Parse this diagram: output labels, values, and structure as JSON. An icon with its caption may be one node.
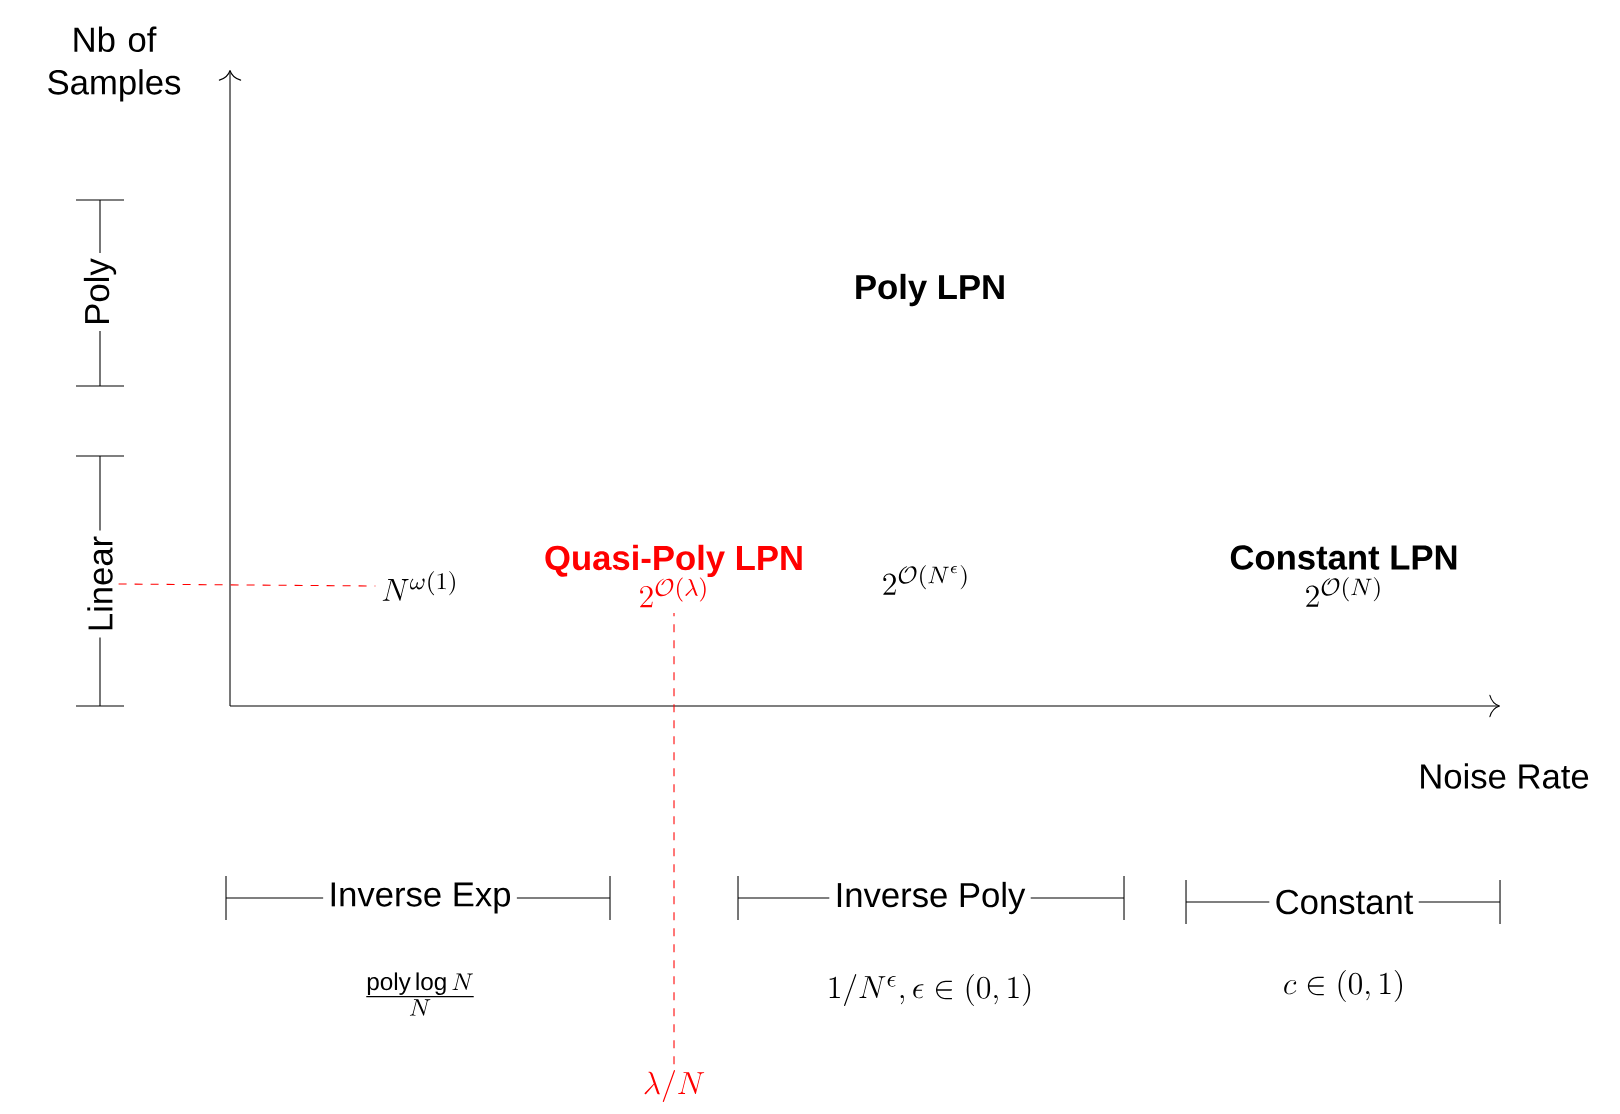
{
  "diagram": {
    "nodes": [
      {
        "text": [
          "Poly LPN"
        ]
      },
      {
        "text": [
          "Quasi-Poly LPN",
          "2^{\\mathcal{O}(\\lambda)}"
        ]
      },
      {
        "text": [
          "N^{\\omega(1)}"
        ]
      },
      {
        "text": [
          "2^{\\mathcal{O}(N^{\\epsilon})}"
        ]
      },
      {
        "text": [
          "Constant LPN",
          "2^{\\mathcal{O}(N)}"
        ]
      },
      {
        "text": [
          "Linear"
        ]
      },
      {
        "text": [
          "\\lambda/N"
        ]
      }
    ],
    "edges": [
      {
        "from": 5,
        "to": 2,
        "arrow": "none",
        "style": "dashed",
        "color": "#ff0000"
      },
      {
        "from": 6,
        "to": 1,
        "arrow": "none",
        "style": "dashed",
        "color": "#ff0000"
      }
    ],
    "labels": [
      "Nb of Samples",
      "Poly",
      "Noise Rate",
      "Inverse Exp",
      "Inverse Poly",
      "Constant",
      "\\frac{\\mathrm{poly}\\log N}{N}",
      "1/N^{\\epsilon}, \\epsilon \\in (0,1)",
      "c \\in (0,1)"
    ]
  }
}
